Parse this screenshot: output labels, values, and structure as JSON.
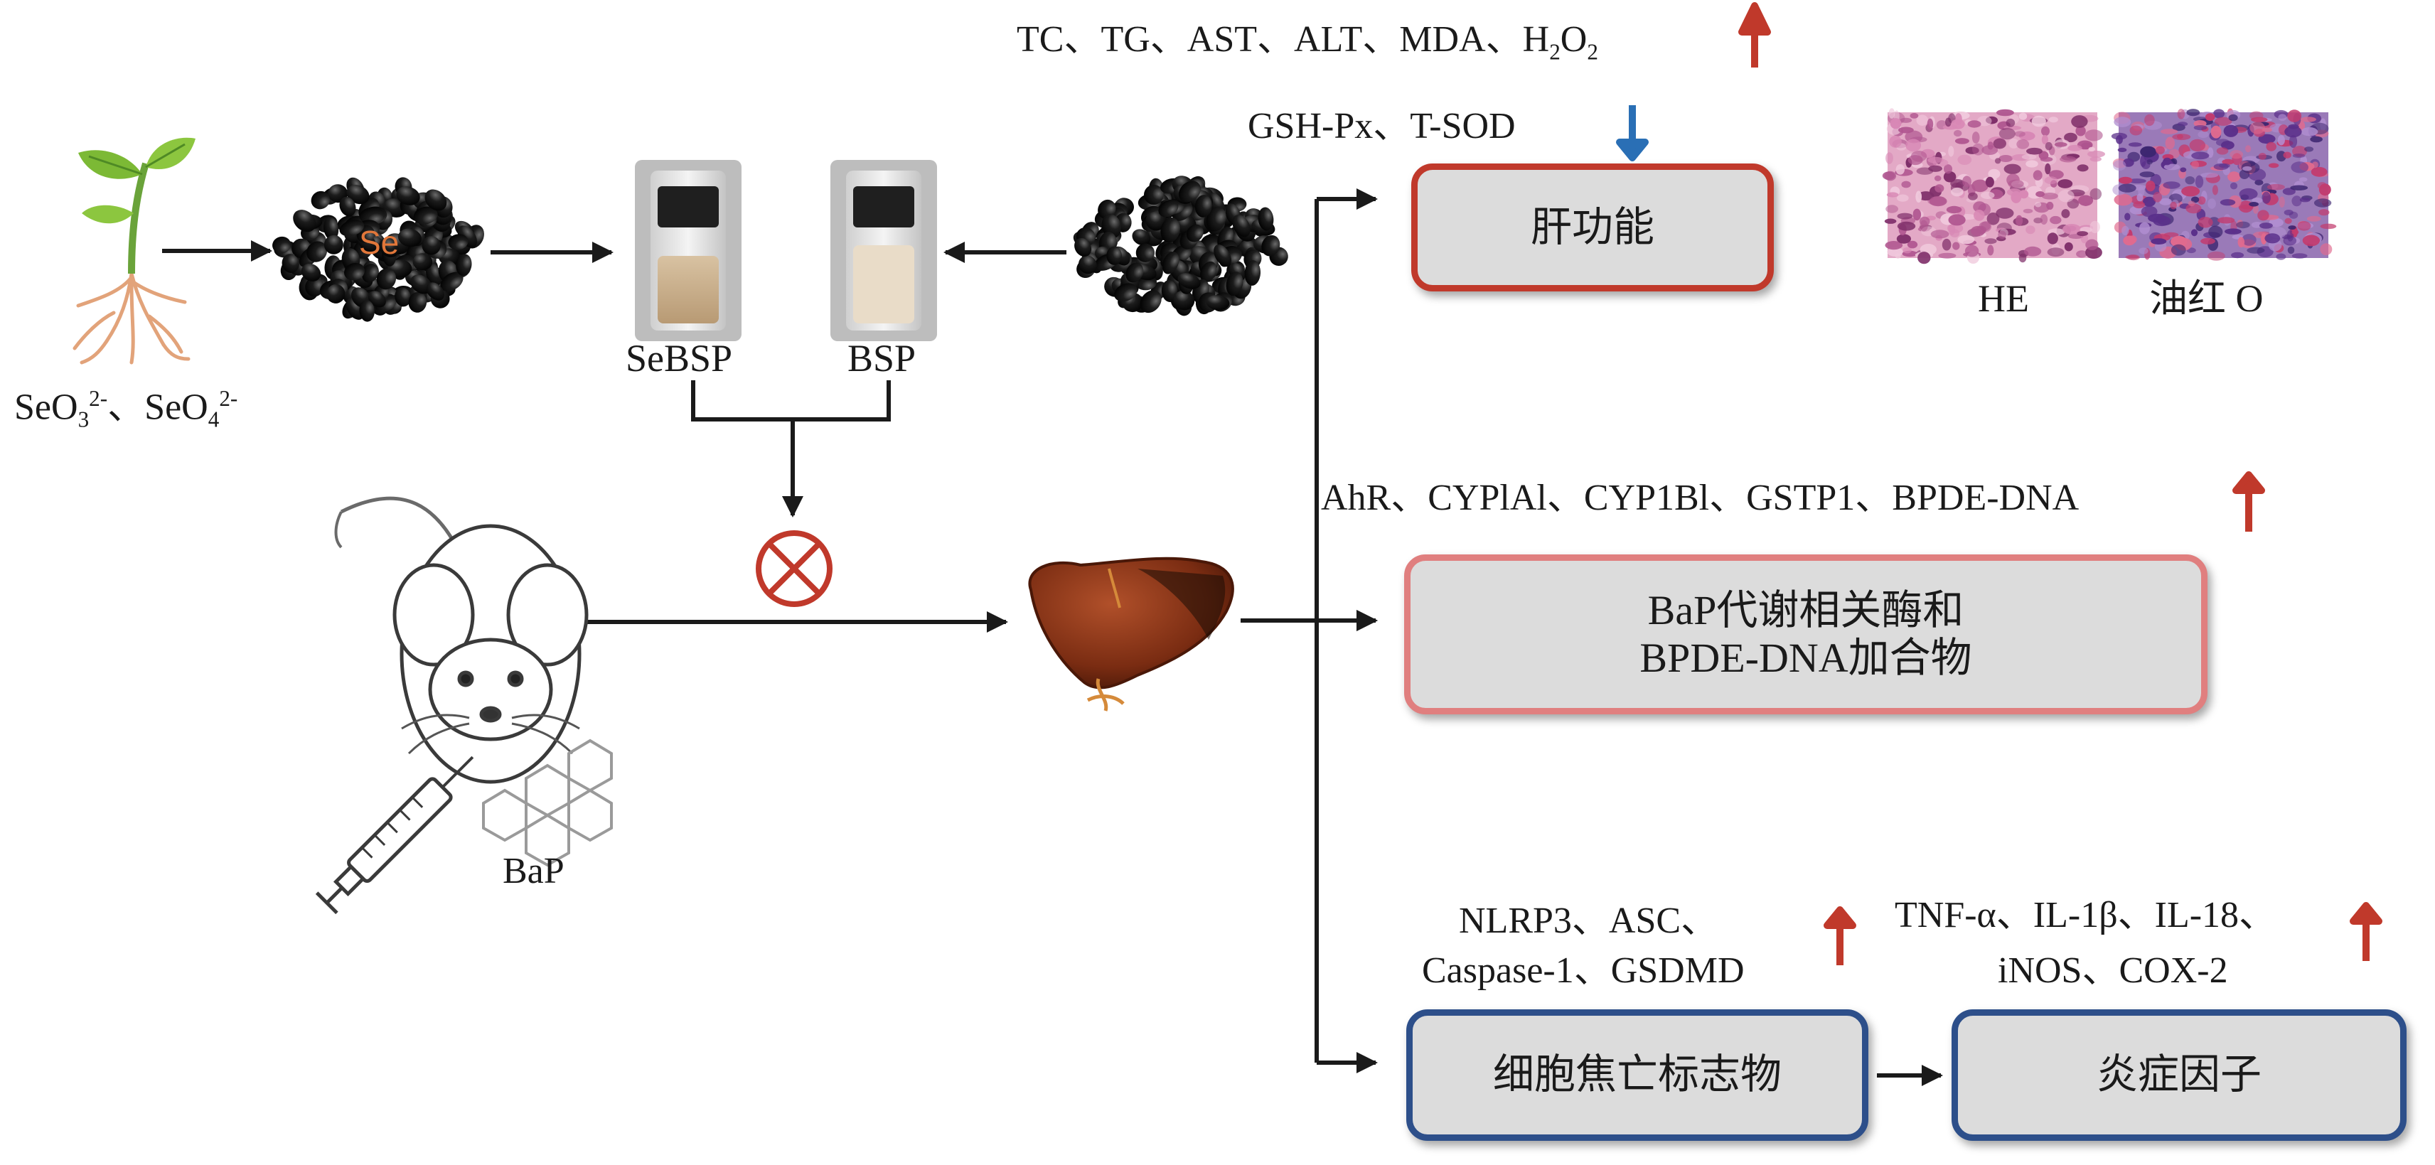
{
  "top_markers": {
    "line1_prefix": "TC、TG、AST、ALT、MDA、H",
    "line1_sub1": "2",
    "line1_mid": "O",
    "line1_sub2": "2",
    "line2": "GSH-Px、T-SOD"
  },
  "source": {
    "se_label": "Se",
    "seo3": "SeO",
    "seo3_sub": "3",
    "seo3_sup": "2-",
    "sep": "、",
    "seo4": "SeO",
    "seo4_sub": "4",
    "seo4_sup": "2-"
  },
  "vials": {
    "sebsp": "SeBSP",
    "bsp": "BSP"
  },
  "mouse": {
    "bap": "BaP"
  },
  "liver_function": {
    "label": "肝功能"
  },
  "stains": {
    "he": "HE",
    "oil_red": "油红 O"
  },
  "metabolism": {
    "markers": "AhR、CYPlAl、CYP1Bl、GSTP1、BPDE-DNA",
    "line1": "BaP代谢相关酶和",
    "line2": "BPDE-DNA加合物"
  },
  "pyroptosis": {
    "markers_line1": "NLRP3、ASC、",
    "markers_line2": "Caspase-1、GSDMD",
    "label": "细胞焦亡标志物"
  },
  "inflammation": {
    "markers_line1": "TNF-α、IL-1β、IL-18、",
    "markers_line2": "iNOS、COX-2",
    "label": "炎症因子"
  },
  "colors": {
    "up_arrow": "#c0392b",
    "down_arrow": "#2a6fb5",
    "box_red": "#c0392b",
    "box_pink": "#e07f7f",
    "box_blue": "#2d4f8a"
  }
}
